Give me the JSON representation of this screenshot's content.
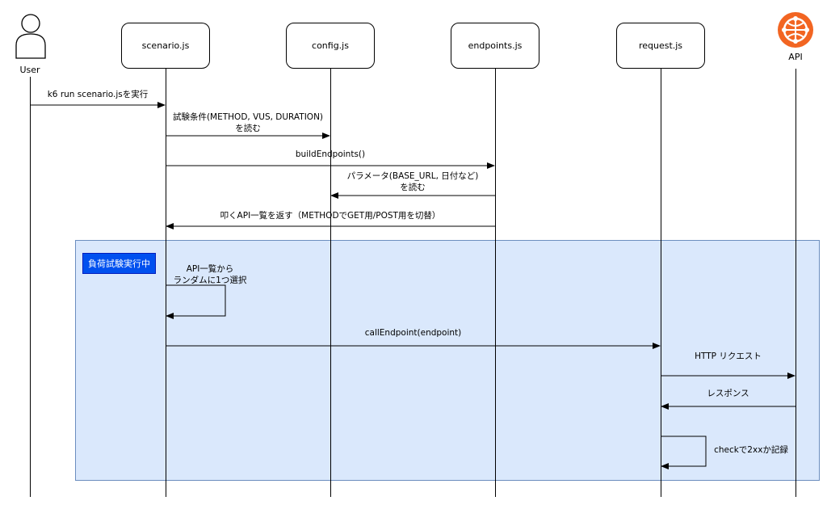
{
  "participants": {
    "user": "User",
    "scenario": "scenario.js",
    "config": "config.js",
    "endpoints": "endpoints.js",
    "request": "request.js",
    "api": "API"
  },
  "group": {
    "label": "負荷試験実行中"
  },
  "messages": {
    "m1": "k6 run scenario.jsを実行",
    "m2a": "試験条件(METHOD, VUS, DURATION)",
    "m2b": "を読む",
    "m3": "buildEndpoints()",
    "m4a": "パラメータ(BASE_URL, 日付など)",
    "m4b": "を読む",
    "m5": "叩くAPI一覧を返す（METHODでGET用/POST用を切替）",
    "m6a": "API一覧から",
    "m6b": "ランダムに1つ選択",
    "m7": "callEndpoint(endpoint)",
    "m8": "HTTP リクエスト",
    "m9": "レスポンス",
    "m10": "checkで2xxか記録"
  },
  "colors": {
    "group_fill": "#dae8fc",
    "group_border": "#6c8ebf",
    "tag_fill": "#0050ef",
    "api_icon": "#f26522"
  },
  "icons": {
    "user": "person-icon",
    "api": "api-globe-icon"
  }
}
